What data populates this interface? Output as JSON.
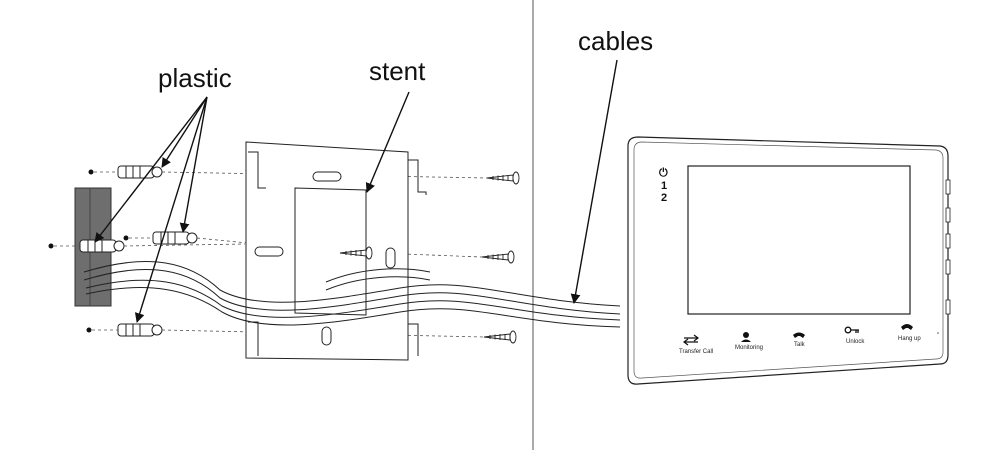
{
  "labels": {
    "plastic": "plastic",
    "stent": "stent",
    "cables": "cables"
  },
  "monitor": {
    "indicators": [
      "⏻",
      "1",
      "2"
    ],
    "buttons": [
      {
        "label": "Transfer Call",
        "icon": "transfer-icon"
      },
      {
        "label": "Monitoring",
        "icon": "person-icon"
      },
      {
        "label": "Talk",
        "icon": "phone-icon"
      },
      {
        "label": "Unlock",
        "icon": "key-icon"
      },
      {
        "label": "Hang up",
        "icon": "hangup-icon"
      }
    ]
  },
  "colors": {
    "line": "#222222",
    "wall": "#6e6e6e",
    "dashed": "#555555"
  }
}
